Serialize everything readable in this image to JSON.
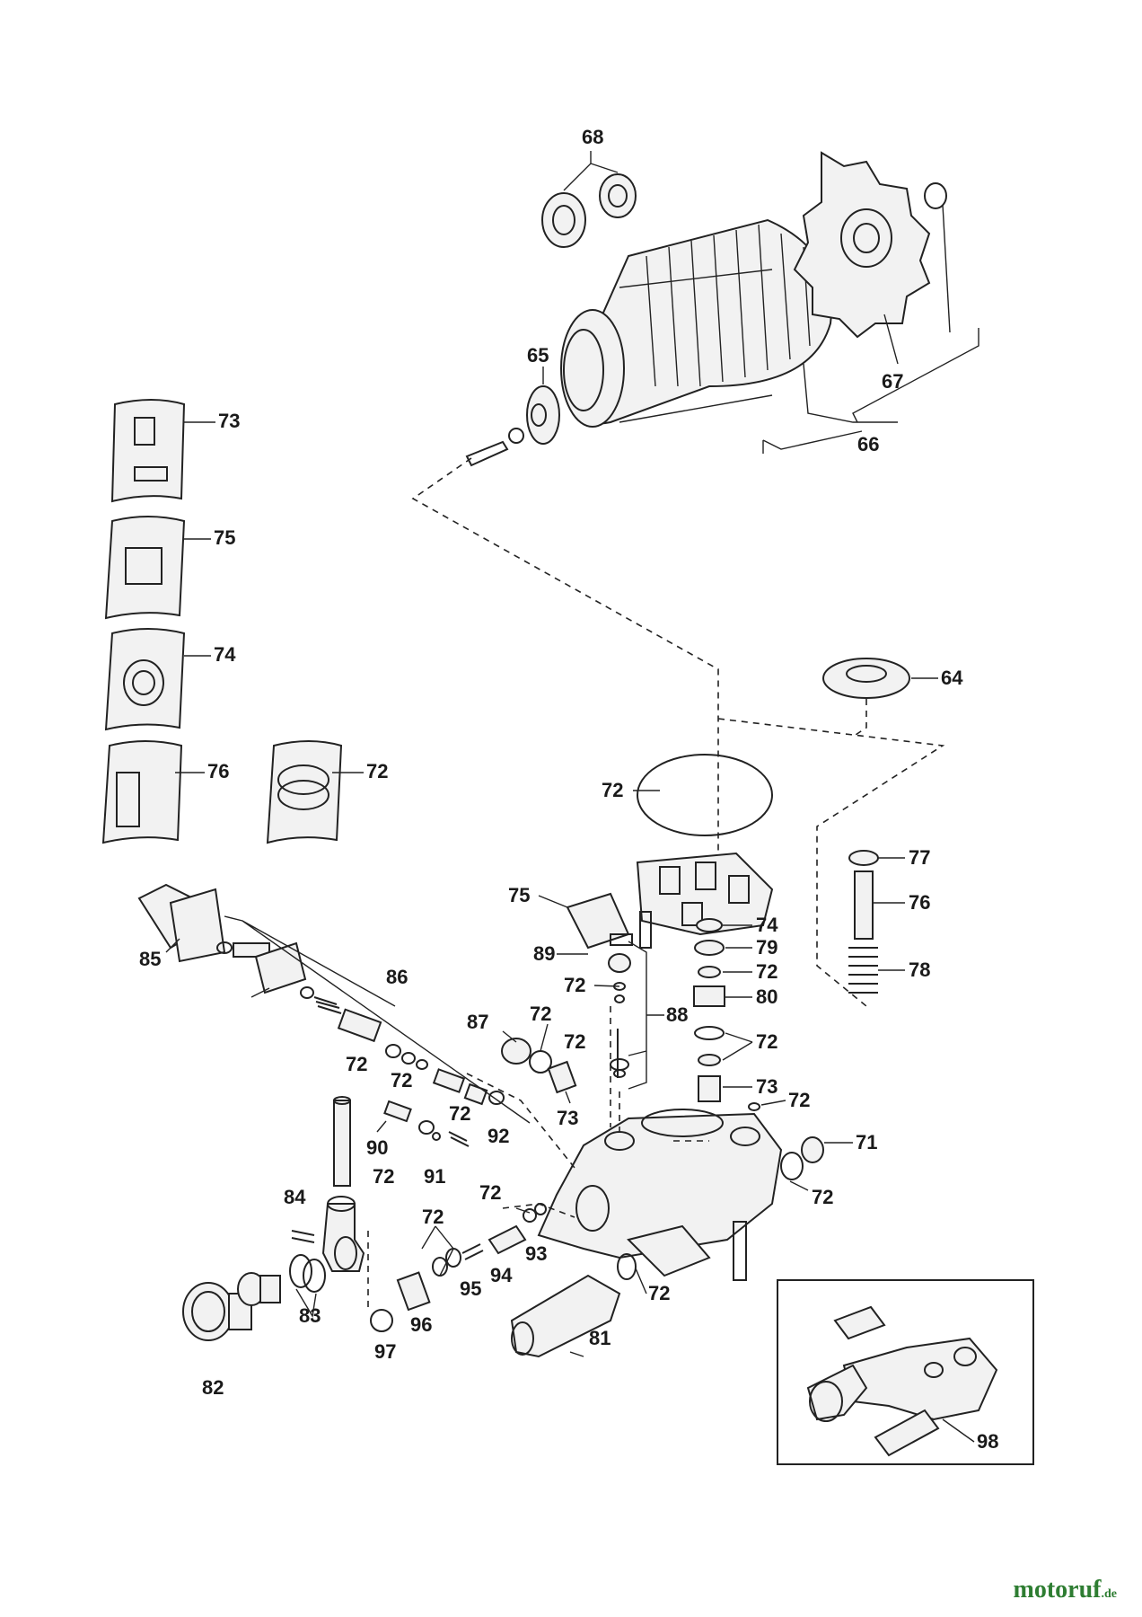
{
  "diagram": {
    "labels": {
      "l64": "64",
      "l65": "65",
      "l66": "66",
      "l67": "67",
      "l68": "68",
      "l71": "71",
      "l72": "72",
      "l73": "73",
      "l74": "74",
      "l75": "75",
      "l76": "76",
      "l77": "77",
      "l78": "78",
      "l79": "79",
      "l80": "80",
      "l81": "81",
      "l82": "82",
      "l83": "83",
      "l84": "84",
      "l85": "85",
      "l86": "86",
      "l87": "87",
      "l88": "88",
      "l89": "89",
      "l90": "90",
      "l91": "91",
      "l92": "92",
      "l93": "93",
      "l94": "94",
      "l95": "95",
      "l96": "96",
      "l97": "97",
      "l98": "98"
    }
  },
  "brand": {
    "name": "motoruf",
    "tld": ".de",
    "color": "#2e7d32"
  }
}
